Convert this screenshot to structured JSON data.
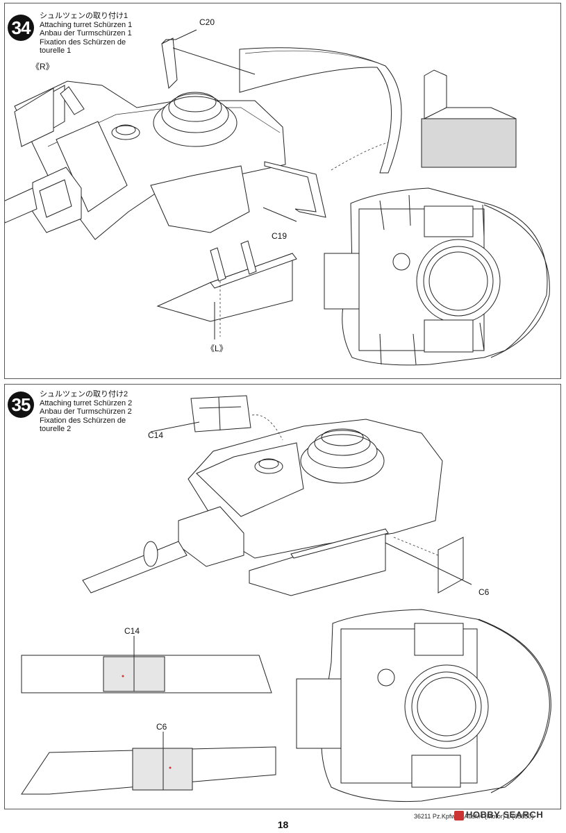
{
  "steps": [
    {
      "number": "34",
      "title_ja": "シュルツェンの取り付け1",
      "title_en": "Attaching turret Schürzen 1",
      "title_de": "Anbau der Turmschürzen 1",
      "title_fr": "Fixation des Schürzen de",
      "title_fr2": "tourelle 1",
      "labels": {
        "c20": "C20",
        "c19": "C19",
        "right": "《R》",
        "left": "《L》"
      }
    },
    {
      "number": "35",
      "title_ja": "シュルツェンの取り付け2",
      "title_en": "Attaching turret Schürzen 2",
      "title_de": "Anbau der Turmschürzen 2",
      "title_fr": "Fixation des Schürzen de",
      "title_fr2": "tourelle 2",
      "labels": {
        "c14": "C14",
        "c6": "C6",
        "c14_detail": "C14",
        "c6_detail": "C6"
      }
    }
  ],
  "footer": {
    "page_number": "18",
    "code": "36211 Pz.Kpfw.IV Ausf.H (Motor) 1-(65850)",
    "watermark": "HOBBY SEARCH"
  }
}
